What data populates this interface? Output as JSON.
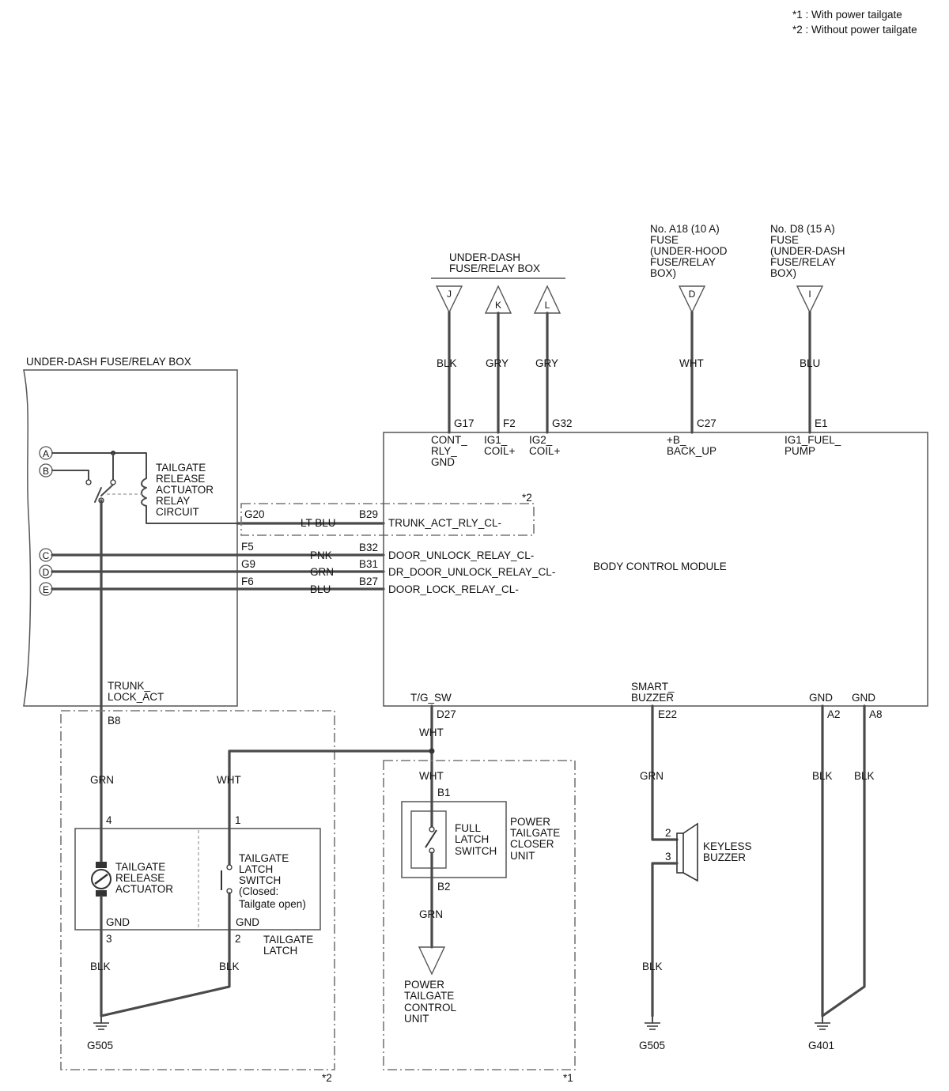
{
  "notes": {
    "n1": "*1 : With power tailgate",
    "n2": "*2 : Without power tailgate"
  },
  "fuse_box_left": {
    "title": "UNDER-DASH FUSE/RELAY BOX",
    "relay_lines": [
      "TAILGATE",
      "RELEASE",
      "ACTUATOR",
      "RELAY",
      "CIRCUIT"
    ],
    "trunk_lock_act": [
      "TRUNK_",
      "LOCK_ACT"
    ]
  },
  "fuse_box_top": {
    "title_lines": [
      "UNDER-DASH",
      "FUSE/RELAY BOX"
    ]
  },
  "fuse_a18": {
    "lines": [
      "No. A18 (10 A)",
      "FUSE",
      "(UNDER-HOOD",
      "FUSE/RELAY",
      "BOX)"
    ]
  },
  "fuse_d8": {
    "lines": [
      "No. D8 (15 A)",
      "FUSE",
      "(UNDER-DASH",
      "FUSE/RELAY",
      "BOX)"
    ]
  },
  "connectors": {
    "J": "J",
    "K": "K",
    "L": "L",
    "D": "D",
    "I": "I",
    "A": "A",
    "B": "B",
    "C": "C",
    "D2": "D",
    "E": "E"
  },
  "wire_colors": {
    "j": "BLK",
    "k": "GRY",
    "l": "GRY",
    "d": "WHT",
    "i": "BLU",
    "trunk_act": "LT BLU",
    "c": "PNK",
    "d2": "GRN",
    "e": "BLU",
    "b8": "GRN",
    "latch1": "WHT",
    "d27": "WHT",
    "pwr_b1": "WHT",
    "act_gnd": "BLK",
    "latch_gnd": "BLK",
    "pwr_b2": "GRN",
    "buzz_e22": "GRN",
    "buzz_gnd": "BLK",
    "a2": "BLK",
    "a8": "BLK"
  },
  "pins": {
    "g17": "G17",
    "f2": "F2",
    "g32": "G32",
    "c27": "C27",
    "e1": "E1",
    "g20": "G20",
    "b29": "B29",
    "f5": "F5",
    "b32": "B32",
    "g9": "G9",
    "b31": "B31",
    "f6": "F6",
    "b27": "B27",
    "b8": "B8",
    "d27": "D27",
    "e22": "E22",
    "a2": "A2",
    "a8": "A8",
    "p4": "4",
    "p1": "1",
    "p3": "3",
    "p2": "2",
    "b1": "B1",
    "b2": "B2",
    "bz2": "2",
    "bz3": "3"
  },
  "bcm": {
    "name": "BODY CONTROL MODULE",
    "sig_g17": [
      "CONT_",
      "RLY_",
      "GND"
    ],
    "sig_f2": [
      "IG1_",
      "COIL+"
    ],
    "sig_g32": [
      "IG2_",
      "COIL+"
    ],
    "sig_c27": [
      "+B_",
      "BACK_UP"
    ],
    "sig_e1": [
      "IG1_FUEL_",
      "PUMP"
    ],
    "sig_b29": "TRUNK_ACT_RLY_CL-",
    "sig_b32": "DOOR_UNLOCK_RELAY_CL-",
    "sig_b31": "DR_DOOR_UNLOCK_RELAY_CL-",
    "sig_b27": "DOOR_LOCK_RELAY_CL-",
    "sig_tg": "T/G_SW",
    "sig_smart": [
      "SMART_",
      "BUZZER"
    ],
    "sig_gnd1": "GND",
    "sig_gnd2": "GND"
  },
  "marks": {
    "star2_top": "*2",
    "star2_bottom": "*2",
    "star1_bottom": "*1"
  },
  "latch": {
    "actuator": [
      "TAILGATE",
      "RELEASE",
      "ACTUATOR"
    ],
    "switch": [
      "TAILGATE",
      "LATCH",
      "SWITCH",
      "(Closed:",
      "Tailgate open)"
    ],
    "gnd_left": "GND",
    "gnd_right": "GND",
    "unit": [
      "TAILGATE",
      "LATCH"
    ]
  },
  "closer": {
    "switch": [
      "FULL",
      "LATCH",
      "SWITCH"
    ],
    "unit": [
      "POWER",
      "TAILGATE",
      "CLOSER",
      "UNIT"
    ],
    "control": [
      "POWER",
      "TAILGATE",
      "CONTROL",
      "UNIT"
    ]
  },
  "buzzer": {
    "name": [
      "KEYLESS",
      "BUZZER"
    ]
  },
  "grounds": {
    "g505_left": "G505",
    "g505_right": "G505",
    "g401": "G401"
  }
}
